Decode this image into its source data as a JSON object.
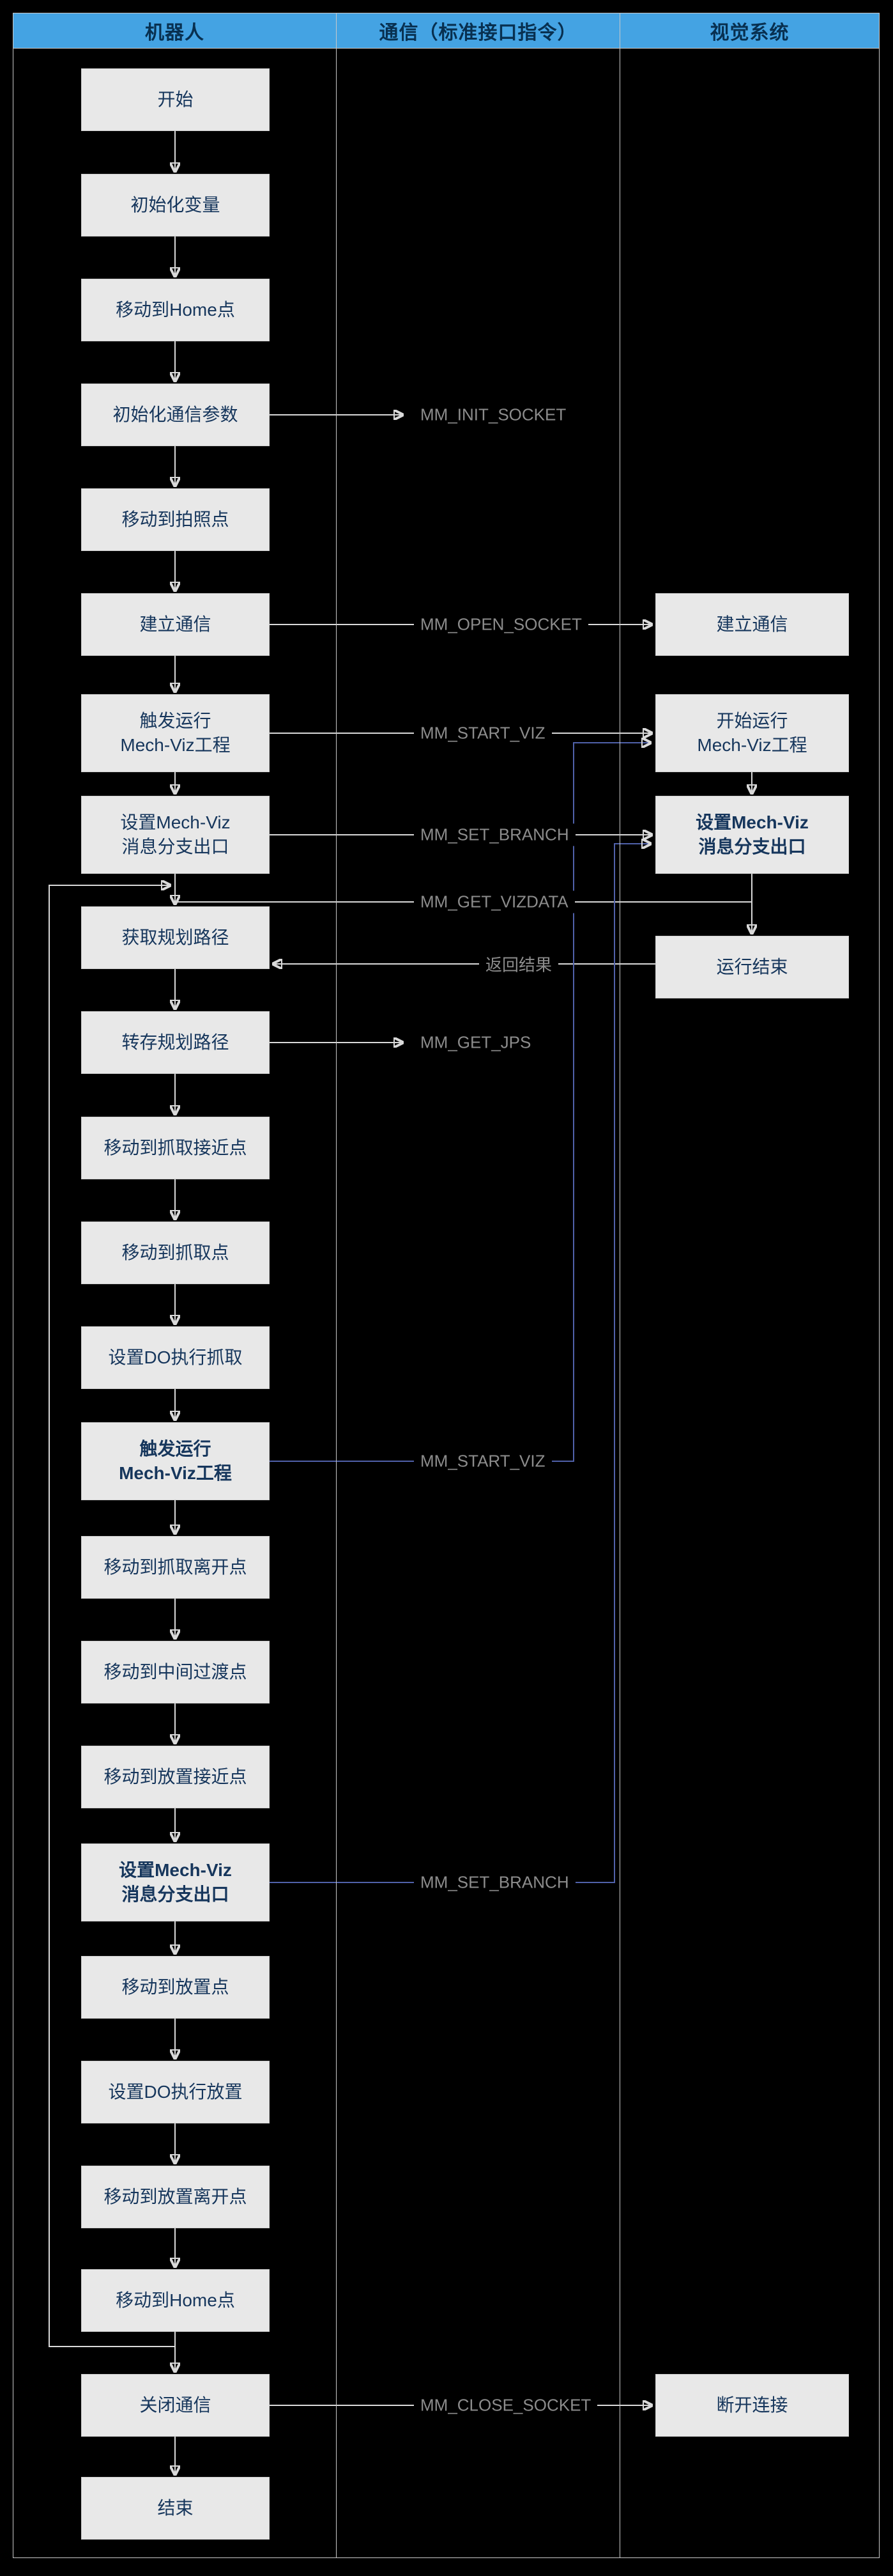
{
  "header": {
    "columns": [
      "机器人",
      "通信（标准接口指令）",
      "视觉系统"
    ]
  },
  "robot_flow": [
    {
      "text": "开始"
    },
    {
      "text": "初始化变量"
    },
    {
      "text": "移动到Home点"
    },
    {
      "text": "初始化通信参数"
    },
    {
      "text": "移动到拍照点"
    },
    {
      "text": "建立通信"
    },
    {
      "text": "触发运行\nMech-Viz工程"
    },
    {
      "text": "设置Mech-Viz\n消息分支出口"
    },
    {
      "text": "获取规划路径"
    },
    {
      "text": "转存规划路径"
    },
    {
      "text": "移动到抓取接近点"
    },
    {
      "text": "移动到抓取点"
    },
    {
      "text": "设置DO执行抓取"
    },
    {
      "text": "触发运行\nMech-Viz工程",
      "bold": true
    },
    {
      "text": "移动到抓取离开点"
    },
    {
      "text": "移动到中间过渡点"
    },
    {
      "text": "移动到放置接近点"
    },
    {
      "text": "设置Mech-Viz\n消息分支出口",
      "bold": true
    },
    {
      "text": "移动到放置点"
    },
    {
      "text": "设置DO执行放置"
    },
    {
      "text": "移动到放置离开点"
    },
    {
      "text": "移动到Home点"
    },
    {
      "text": "关闭通信"
    },
    {
      "text": "结束"
    }
  ],
  "vision_flow": [
    {
      "text": "建立通信"
    },
    {
      "text": "开始运行\nMech-Viz工程"
    },
    {
      "text": "设置Mech-Viz\n消息分支出口",
      "bold": true
    },
    {
      "text": "运行结束"
    },
    {
      "text": "断开连接"
    }
  ],
  "commands": [
    {
      "label": "MM_INIT_SOCKET"
    },
    {
      "label": "MM_OPEN_SOCKET"
    },
    {
      "label": "MM_START_VIZ"
    },
    {
      "label": "MM_SET_BRANCH"
    },
    {
      "label": "MM_GET_VIZDATA"
    },
    {
      "label": "返回结果"
    },
    {
      "label": "MM_GET_JPS"
    },
    {
      "label": "MM_START_VIZ"
    },
    {
      "label": "MM_SET_BRANCH"
    },
    {
      "label": "MM_CLOSE_SOCKET"
    }
  ],
  "colors": {
    "background": "#000000",
    "header_bg": "#44a3e3",
    "node_bg": "#e8e8e8",
    "node_text": "#16365c",
    "connector": "#d9d9d9",
    "connector_alt": "#5061aa",
    "command_text": "#8c8c8c"
  }
}
